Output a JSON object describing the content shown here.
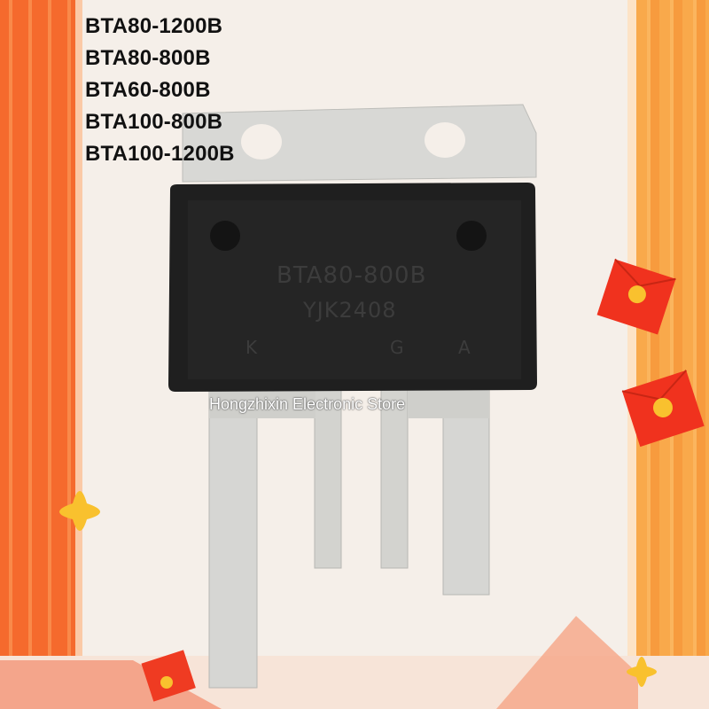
{
  "product_variants": [
    "BTA80-1200B",
    "BTA80-800B",
    "BTA60-800B",
    "BTA100-800B",
    "BTA100-1200B"
  ],
  "chip": {
    "marking_line1": "BTA80-800B",
    "marking_line2": "YJK2408",
    "pin_labels": [
      "K",
      "G",
      "A"
    ]
  },
  "watermark": "Hongzhixin Electronic Store",
  "colors": {
    "left_stripe": "#f56a2d",
    "right_stripe": "#f9a94b",
    "chip_body": "#1f1f1f",
    "metal_tab": "#d7d7d4",
    "red_envelope": "#f0321e",
    "sparkle": "#f9c12e"
  }
}
